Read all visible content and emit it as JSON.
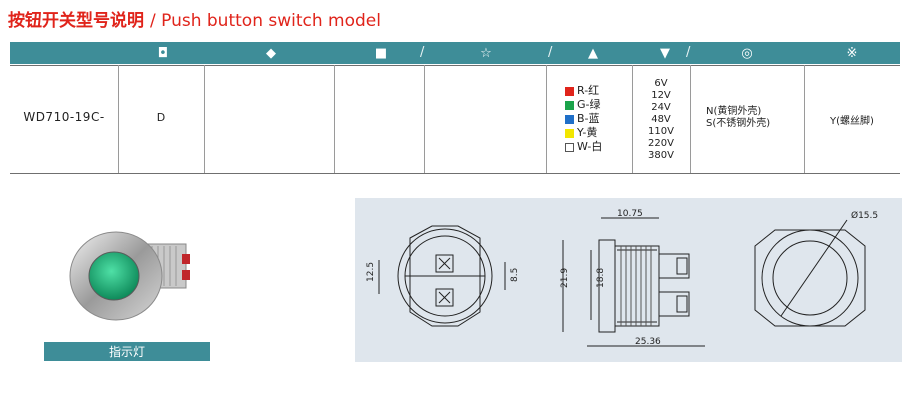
{
  "title": {
    "cn": "按钮开关型号说明",
    "en": "/ Push button switch model"
  },
  "header_symbols": [
    "◘",
    "◆",
    "■",
    "/",
    "☆",
    "/",
    "▲",
    "▼",
    "/",
    "◎",
    "※"
  ],
  "row": {
    "model": "WD710-19C-",
    "code": "D",
    "colors": [
      {
        "label": "R-红",
        "color": "#e0241b"
      },
      {
        "label": "G-绿",
        "color": "#1aa34a"
      },
      {
        "label": "B-蓝",
        "color": "#1f6fc8"
      },
      {
        "label": "Y-黄",
        "color": "#f2e600"
      },
      {
        "label": "W-白",
        "color": "#ffffff"
      }
    ],
    "voltages": [
      "6V",
      "12V",
      "24V",
      "48V",
      "110V",
      "220V",
      "380V"
    ],
    "materials": [
      "N(黄铜外壳)",
      "S(不锈钢外壳)"
    ],
    "option": "Y(螺丝脚)"
  },
  "photo_caption": "指示灯",
  "dimensions": {
    "front_height": "12.5",
    "front_inner": "8.5",
    "side_top": "10.75",
    "side_height": "21.9",
    "side_inner": "18.8",
    "side_length": "25.36",
    "back_diameter": "Ø15.5"
  }
}
